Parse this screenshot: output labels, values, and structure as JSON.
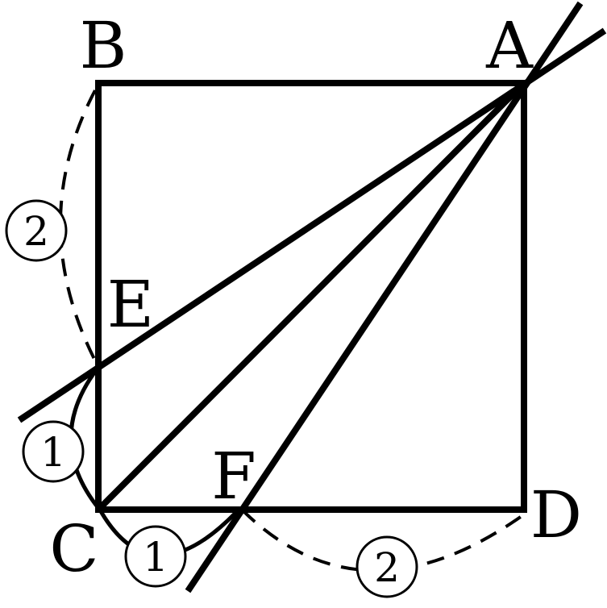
{
  "points": {
    "A": "A",
    "B": "B",
    "C": "C",
    "D": "D",
    "E": "E",
    "F": "F"
  },
  "ratios": {
    "ce": "1",
    "eb": "2",
    "cf": "1",
    "fd": "2"
  },
  "colors": {
    "stroke": "#000000",
    "background": "#ffffff"
  }
}
